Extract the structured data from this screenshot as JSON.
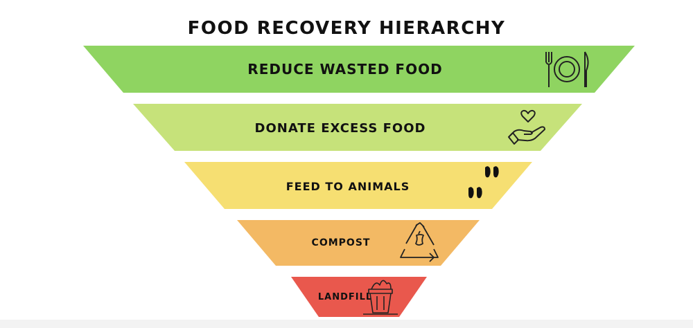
{
  "title": "FOOD RECOVERY HIERARCHY",
  "tiers": [
    {
      "label": "REDUCE WASTED FOOD",
      "color": "#8fd461",
      "icon": "plate-cutlery-icon"
    },
    {
      "label": "DONATE EXCESS FOOD",
      "color": "#c6e27a",
      "icon": "heart-hand-icon"
    },
    {
      "label": "FEED TO ANIMALS",
      "color": "#f6df72",
      "icon": "hoofprints-icon"
    },
    {
      "label": "COMPOST",
      "color": "#f3b964",
      "icon": "recycle-apple-core-icon"
    },
    {
      "label": "LANDFILL",
      "color": "#e9584d",
      "icon": "trash-bin-icon"
    }
  ]
}
